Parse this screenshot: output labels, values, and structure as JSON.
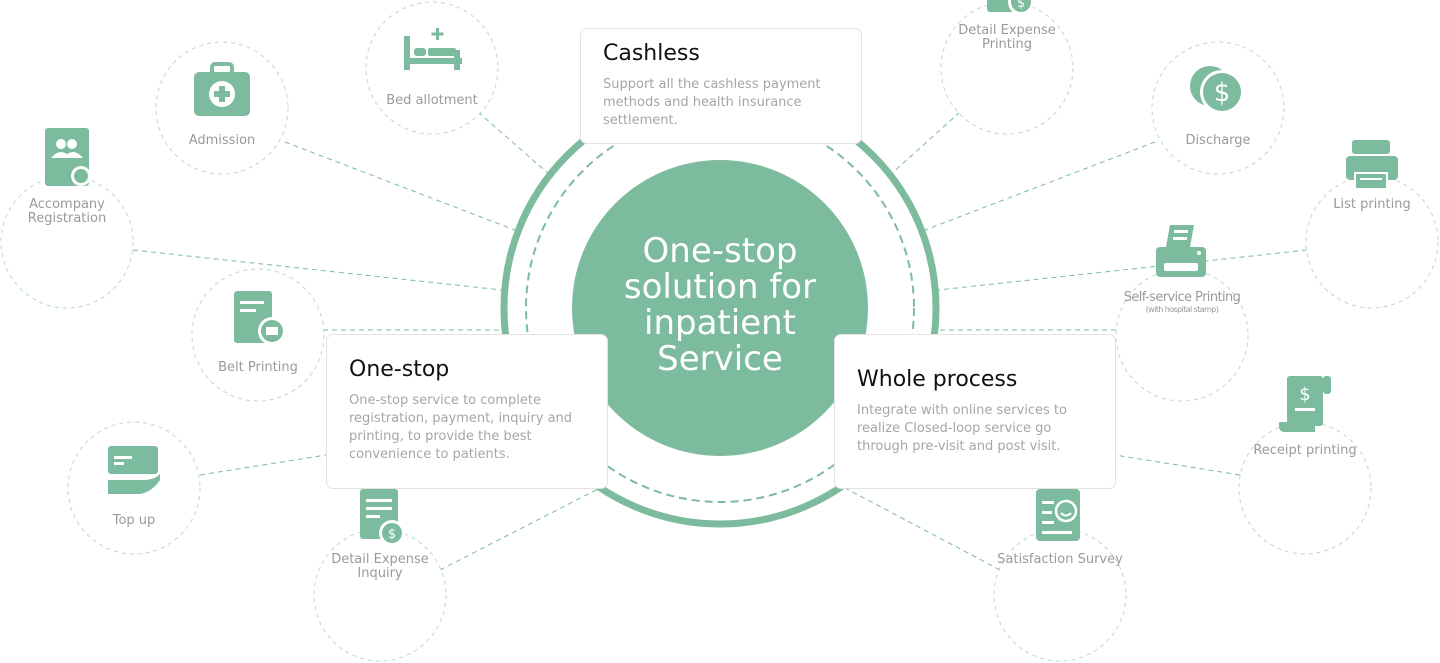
{
  "colors": {
    "accent": "#7cbb9d",
    "text_muted": "#a6a6a6"
  },
  "center": {
    "title": "One-stop solution for inpatient Service"
  },
  "cards": [
    {
      "title": "Cashless",
      "body": "Support all the cashless payment methods and health insurance settlement."
    },
    {
      "title": "One-stop",
      "body": "One-stop service to complete registration, payment, inquiry and printing, to provide the best convenience to patients."
    },
    {
      "title": "Whole process",
      "body": "Integrate with online services to realize Closed-loop service go through pre-visit and post visit."
    }
  ],
  "nodes": [
    {
      "label": "Bed allotment",
      "icon": "bed-icon"
    },
    {
      "label": "Admission",
      "icon": "medical-kit-icon"
    },
    {
      "label": "Accompany Registration",
      "icon": "accompany-icon"
    },
    {
      "label": "Belt Printing",
      "icon": "belt-print-icon"
    },
    {
      "label": "Top up",
      "icon": "card-hand-icon"
    },
    {
      "label": "Detail Expense Inquiry",
      "icon": "expense-doc-icon"
    },
    {
      "label": "Detail Expense Printing",
      "icon": "clipboard-dollar-icon"
    },
    {
      "label": "Discharge",
      "icon": "coins-icon"
    },
    {
      "label": "List printing",
      "icon": "printer-icon"
    },
    {
      "label": "Self-service Printing",
      "sub": "(with hospital stamp)",
      "icon": "printer-paper-icon"
    },
    {
      "label": "Receipt printing",
      "icon": "receipt-icon"
    },
    {
      "label": "Satisfaction Survey",
      "icon": "survey-smile-icon"
    }
  ]
}
